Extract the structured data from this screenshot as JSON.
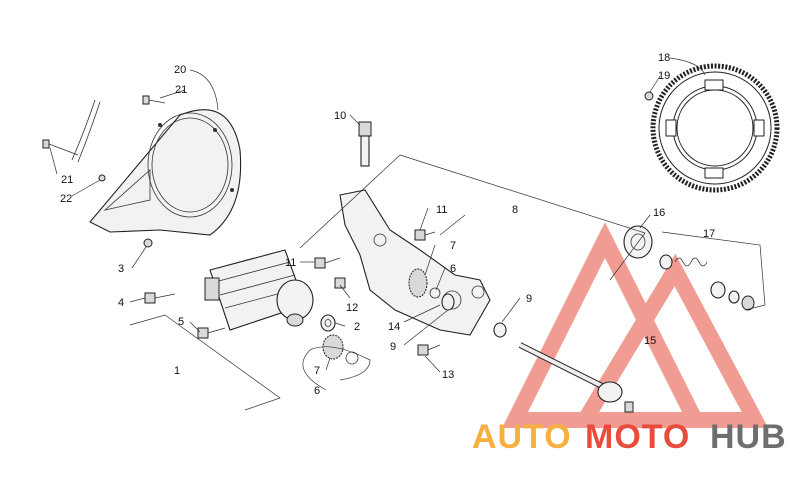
{
  "callouts": {
    "c1": "1",
    "c2": "2",
    "c3": "3",
    "c4": "4",
    "c5": "5",
    "c6a": "6",
    "c6b": "6",
    "c7a": "7",
    "c7b": "7",
    "c8": "8",
    "c9a": "9",
    "c9b": "9",
    "c10": "10",
    "c11a": "11",
    "c11b": "11",
    "c12": "12",
    "c13": "13",
    "c14": "14",
    "c15": "15",
    "c16": "16",
    "c17": "17",
    "c18": "18",
    "c19": "19",
    "c20": "20",
    "c21a": "21",
    "c21b": "21",
    "c22": "22"
  },
  "watermark": {
    "part1": "AUTO",
    "part2": "MOTO",
    "part3": "HUB",
    "color_orange": "#f5b041",
    "color_red": "#e74c3c",
    "color_gray": "#6e6e6e"
  }
}
